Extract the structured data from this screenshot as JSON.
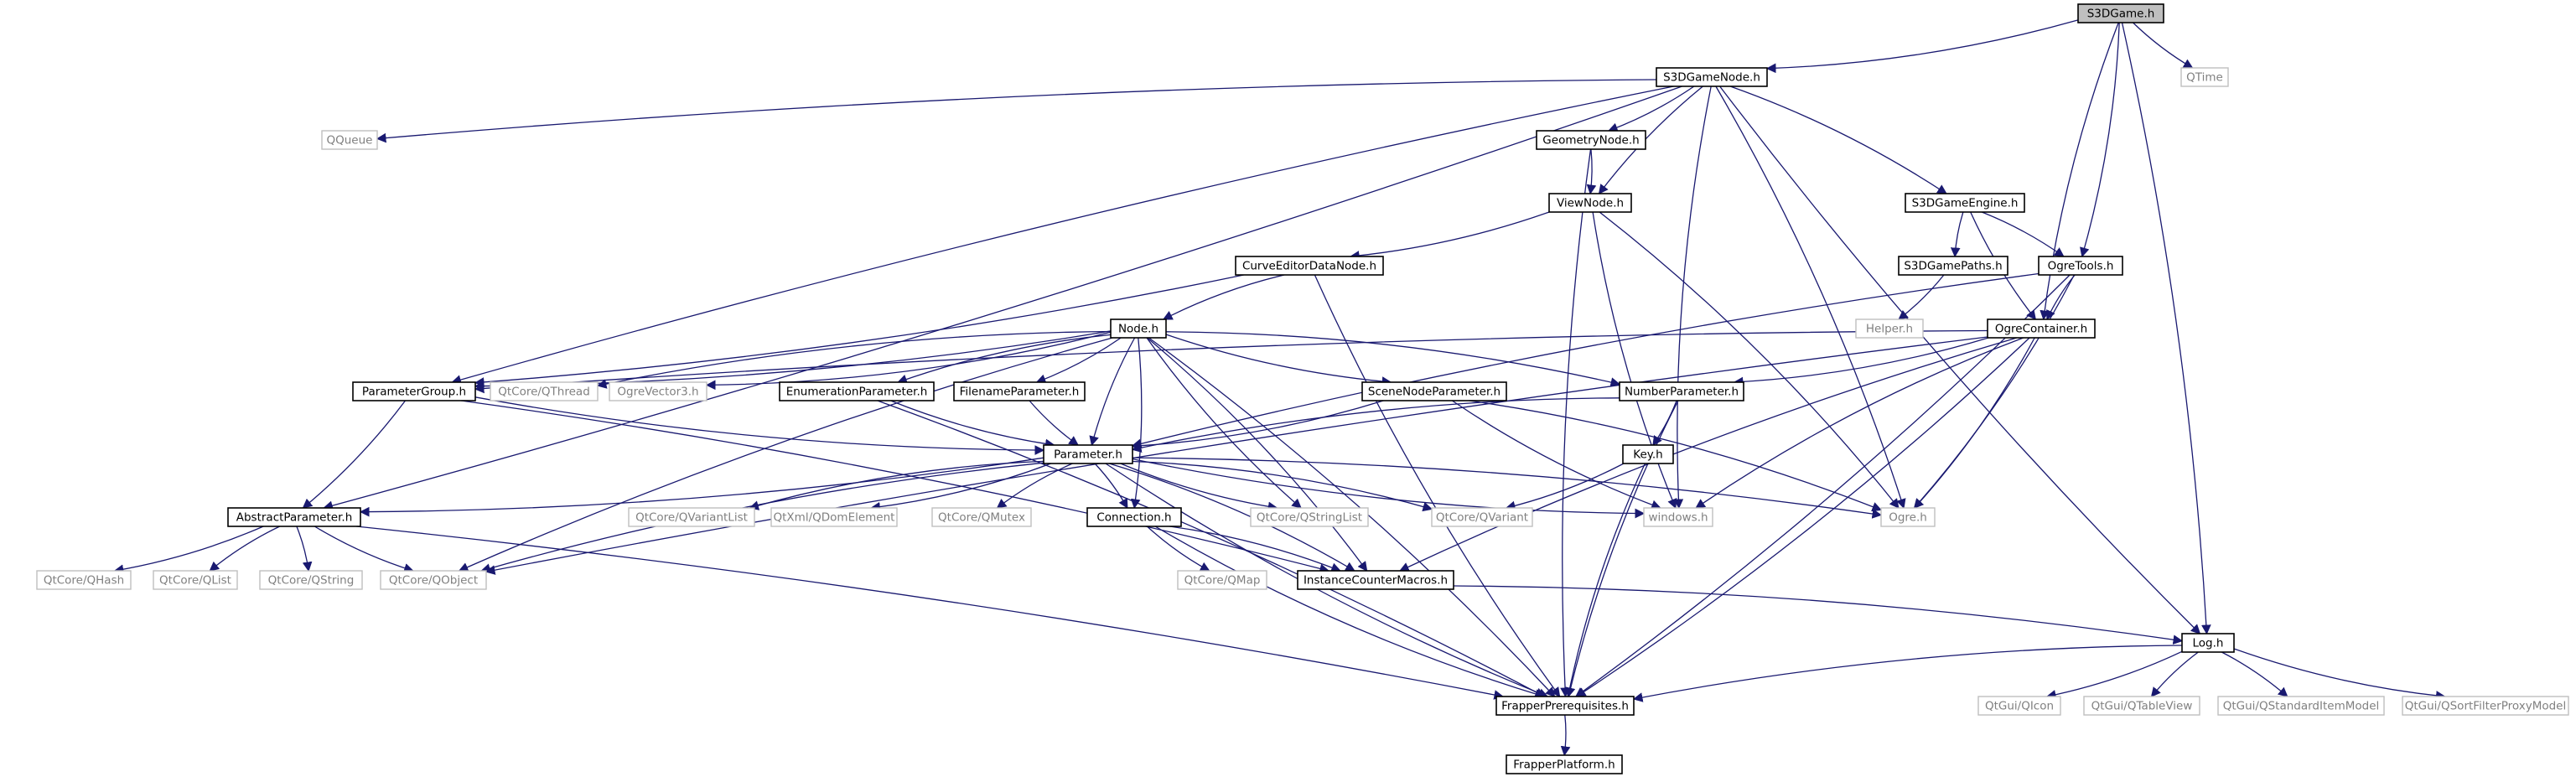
{
  "graph": {
    "edge_color": "#191970",
    "root_fill": "#bfbfbf",
    "node_border": "#000000",
    "external_border": "#bfbfbf",
    "external_text": "#808080",
    "nodes": [
      {
        "id": "s3dgame",
        "label": "S3DGame.h",
        "kind": "root"
      },
      {
        "id": "s3dgamenode",
        "label": "S3DGameNode.h",
        "kind": "dep"
      },
      {
        "id": "qtime",
        "label": "QTime",
        "kind": "ext"
      },
      {
        "id": "qqueue",
        "label": "QQueue",
        "kind": "ext"
      },
      {
        "id": "geometrynode",
        "label": "GeometryNode.h",
        "kind": "dep"
      },
      {
        "id": "viewnode",
        "label": "ViewNode.h",
        "kind": "dep"
      },
      {
        "id": "s3dgameengine",
        "label": "S3DGameEngine.h",
        "kind": "dep"
      },
      {
        "id": "curveeditor",
        "label": "CurveEditorDataNode.h",
        "kind": "dep"
      },
      {
        "id": "s3dgamepaths",
        "label": "S3DGamePaths.h",
        "kind": "dep"
      },
      {
        "id": "ogretools",
        "label": "OgreTools.h",
        "kind": "dep"
      },
      {
        "id": "helper",
        "label": "Helper.h",
        "kind": "ext"
      },
      {
        "id": "node",
        "label": "Node.h",
        "kind": "dep"
      },
      {
        "id": "ogrecontainer",
        "label": "OgreContainer.h",
        "kind": "dep"
      },
      {
        "id": "parametergroup",
        "label": "ParameterGroup.h",
        "kind": "dep"
      },
      {
        "id": "qthread",
        "label": "QtCore/QThread",
        "kind": "ext"
      },
      {
        "id": "ogrevector3",
        "label": "OgreVector3.h",
        "kind": "ext"
      },
      {
        "id": "enumparam",
        "label": "EnumerationParameter.h",
        "kind": "dep"
      },
      {
        "id": "filenameparam",
        "label": "FilenameParameter.h",
        "kind": "dep"
      },
      {
        "id": "scenenodeparam",
        "label": "SceneNodeParameter.h",
        "kind": "dep"
      },
      {
        "id": "numberparam",
        "label": "NumberParameter.h",
        "kind": "dep"
      },
      {
        "id": "parameter",
        "label": "Parameter.h",
        "kind": "dep"
      },
      {
        "id": "key",
        "label": "Key.h",
        "kind": "dep"
      },
      {
        "id": "abstractparam",
        "label": "AbstractParameter.h",
        "kind": "dep"
      },
      {
        "id": "qvariantlist",
        "label": "QtCore/QVariantList",
        "kind": "ext"
      },
      {
        "id": "qdomelement",
        "label": "QtXml/QDomElement",
        "kind": "ext"
      },
      {
        "id": "qmutex",
        "label": "QtCore/QMutex",
        "kind": "ext"
      },
      {
        "id": "connection",
        "label": "Connection.h",
        "kind": "dep"
      },
      {
        "id": "qstringlist",
        "label": "QtCore/QStringList",
        "kind": "ext"
      },
      {
        "id": "qvariant",
        "label": "QtCore/QVariant",
        "kind": "ext"
      },
      {
        "id": "windows",
        "label": "windows.h",
        "kind": "ext"
      },
      {
        "id": "ogre",
        "label": "Ogre.h",
        "kind": "ext"
      },
      {
        "id": "qhash",
        "label": "QtCore/QHash",
        "kind": "ext"
      },
      {
        "id": "qlist",
        "label": "QtCore/QList",
        "kind": "ext"
      },
      {
        "id": "qstring",
        "label": "QtCore/QString",
        "kind": "ext"
      },
      {
        "id": "qobject",
        "label": "QtCore/QObject",
        "kind": "ext"
      },
      {
        "id": "qmap",
        "label": "QtCore/QMap",
        "kind": "ext"
      },
      {
        "id": "instancecounter",
        "label": "InstanceCounterMacros.h",
        "kind": "dep"
      },
      {
        "id": "log",
        "label": "Log.h",
        "kind": "dep"
      },
      {
        "id": "qicon",
        "label": "QtGui/QIcon",
        "kind": "ext"
      },
      {
        "id": "qtableview",
        "label": "QtGui/QTableView",
        "kind": "ext"
      },
      {
        "id": "qstditem",
        "label": "QtGui/QStandardItemModel",
        "kind": "ext"
      },
      {
        "id": "qsortfilter",
        "label": "QtGui/QSortFilterProxyModel",
        "kind": "ext"
      },
      {
        "id": "frapperprereq",
        "label": "FrapperPrerequisites.h",
        "kind": "dep"
      },
      {
        "id": "frapperplatform",
        "label": "FrapperPlatform.h",
        "kind": "dep"
      }
    ],
    "edges": [
      [
        "s3dgame",
        "s3dgamenode"
      ],
      [
        "s3dgame",
        "qtime"
      ],
      [
        "s3dgame",
        "ogretools"
      ],
      [
        "s3dgame",
        "ogrecontainer"
      ],
      [
        "s3dgame",
        "log"
      ],
      [
        "s3dgamenode",
        "qqueue"
      ],
      [
        "s3dgamenode",
        "geometrynode"
      ],
      [
        "s3dgamenode",
        "viewnode"
      ],
      [
        "s3dgamenode",
        "s3dgameengine"
      ],
      [
        "s3dgamenode",
        "parametergroup"
      ],
      [
        "s3dgamenode",
        "abstractparam"
      ],
      [
        "s3dgamenode",
        "windows"
      ],
      [
        "s3dgamenode",
        "ogre"
      ],
      [
        "s3dgamenode",
        "log"
      ],
      [
        "geometrynode",
        "viewnode"
      ],
      [
        "geometrynode",
        "frapperprereq"
      ],
      [
        "viewnode",
        "curveeditor"
      ],
      [
        "viewnode",
        "windows"
      ],
      [
        "viewnode",
        "ogre"
      ],
      [
        "s3dgameengine",
        "s3dgamepaths"
      ],
      [
        "s3dgameengine",
        "ogretools"
      ],
      [
        "s3dgameengine",
        "ogrecontainer"
      ],
      [
        "s3dgamepaths",
        "helper"
      ],
      [
        "ogretools",
        "ogrecontainer"
      ],
      [
        "ogretools",
        "ogre"
      ],
      [
        "ogretools",
        "parameter"
      ],
      [
        "ogretools",
        "frapperprereq"
      ],
      [
        "curveeditor",
        "node"
      ],
      [
        "curveeditor",
        "parametergroup"
      ],
      [
        "curveeditor",
        "frapperprereq"
      ],
      [
        "node",
        "parametergroup"
      ],
      [
        "node",
        "qthread"
      ],
      [
        "node",
        "ogrevector3"
      ],
      [
        "node",
        "enumparam"
      ],
      [
        "node",
        "filenameparam"
      ],
      [
        "node",
        "scenenodeparam"
      ],
      [
        "node",
        "numberparam"
      ],
      [
        "node",
        "parameter"
      ],
      [
        "node",
        "connection"
      ],
      [
        "node",
        "qstringlist"
      ],
      [
        "node",
        "instancecounter"
      ],
      [
        "node",
        "qobject"
      ],
      [
        "node",
        "frapperprereq"
      ],
      [
        "ogrecontainer",
        "parametergroup"
      ],
      [
        "ogrecontainer",
        "numberparam"
      ],
      [
        "ogrecontainer",
        "windows"
      ],
      [
        "ogrecontainer",
        "ogre"
      ],
      [
        "ogrecontainer",
        "instancecounter"
      ],
      [
        "ogrecontainer",
        "frapperprereq"
      ],
      [
        "ogrecontainer",
        "qobject"
      ],
      [
        "parametergroup",
        "abstractparam"
      ],
      [
        "parametergroup",
        "parameter"
      ],
      [
        "parametergroup",
        "instancecounter"
      ],
      [
        "enumparam",
        "parameter"
      ],
      [
        "enumparam",
        "frapperprereq"
      ],
      [
        "filenameparam",
        "parameter"
      ],
      [
        "scenenodeparam",
        "parameter"
      ],
      [
        "scenenodeparam",
        "windows"
      ],
      [
        "scenenodeparam",
        "ogre"
      ],
      [
        "numberparam",
        "parameter"
      ],
      [
        "numberparam",
        "key"
      ],
      [
        "numberparam",
        "frapperprereq"
      ],
      [
        "key",
        "qvariant"
      ],
      [
        "key",
        "frapperprereq"
      ],
      [
        "parameter",
        "abstractparam"
      ],
      [
        "parameter",
        "qvariantlist"
      ],
      [
        "parameter",
        "qdomelement"
      ],
      [
        "parameter",
        "qmutex"
      ],
      [
        "parameter",
        "connection"
      ],
      [
        "parameter",
        "qstringlist"
      ],
      [
        "parameter",
        "qvariant"
      ],
      [
        "parameter",
        "windows"
      ],
      [
        "parameter",
        "ogre"
      ],
      [
        "parameter",
        "qobject"
      ],
      [
        "parameter",
        "instancecounter"
      ],
      [
        "parameter",
        "frapperprereq"
      ],
      [
        "abstractparam",
        "qhash"
      ],
      [
        "abstractparam",
        "qlist"
      ],
      [
        "abstractparam",
        "qstring"
      ],
      [
        "abstractparam",
        "qobject"
      ],
      [
        "abstractparam",
        "frapperprereq"
      ],
      [
        "connection",
        "qmap"
      ],
      [
        "connection",
        "instancecounter"
      ],
      [
        "connection",
        "frapperprereq"
      ],
      [
        "instancecounter",
        "log"
      ],
      [
        "log",
        "frapperprereq"
      ],
      [
        "log",
        "qicon"
      ],
      [
        "log",
        "qtableview"
      ],
      [
        "log",
        "qstditem"
      ],
      [
        "log",
        "qsortfilter"
      ],
      [
        "frapperprereq",
        "frapperplatform"
      ]
    ]
  }
}
